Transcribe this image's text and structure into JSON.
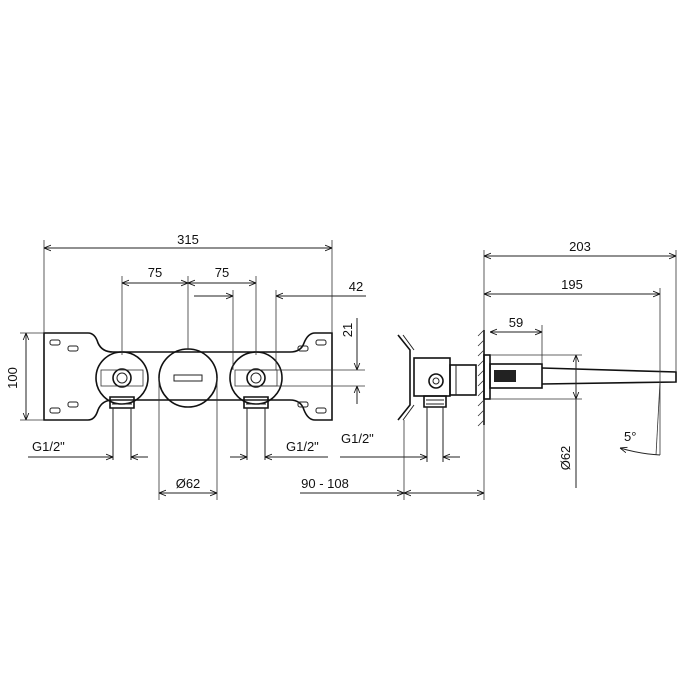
{
  "dimensions": {
    "width_total": "315",
    "spacing_left": "75",
    "spacing_right": "75",
    "offset_right": "42",
    "height_total": "100",
    "offset_vertical": "21",
    "thread_left": "G1/2\"",
    "thread_right": "G1/2\"",
    "diameter_front": "Ø62",
    "depth_side_total": "203",
    "depth_side_spout": "195",
    "depth_side_body": "59",
    "thread_side": "G1/2\"",
    "wall_range": "90 - 108",
    "diameter_side": "Ø62",
    "angle_spout": "5°"
  }
}
